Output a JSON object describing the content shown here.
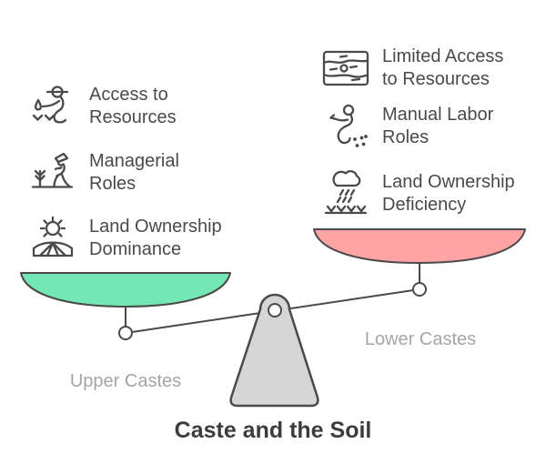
{
  "title": "Caste and the Soil",
  "scale": {
    "left_label": "Upper Castes",
    "right_label": "Lower Castes",
    "left_pan_color": "#74e8b4",
    "right_pan_color": "#ffa4a4",
    "fulcrum_color": "#d6d6d6",
    "stroke_color": "#4a4a4a",
    "label_color": "#a6a6a6"
  },
  "left_items": [
    {
      "icon": "farmer-sowing-icon",
      "line1": "Access to",
      "line2": "Resources"
    },
    {
      "icon": "farm-manager-icon",
      "line1": "Managerial",
      "line2": "Roles"
    },
    {
      "icon": "sun-over-field-icon",
      "line1": "Land Ownership",
      "line2": "Dominance"
    }
  ],
  "right_items": [
    {
      "icon": "soil-layers-icon",
      "line1": "Limited Access",
      "line2": "to Resources"
    },
    {
      "icon": "manual-laborer-icon",
      "line1": "Manual Labor",
      "line2": "Roles"
    },
    {
      "icon": "rain-over-sprouts-icon",
      "line1": "Land Ownership",
      "line2": "Deficiency"
    }
  ]
}
